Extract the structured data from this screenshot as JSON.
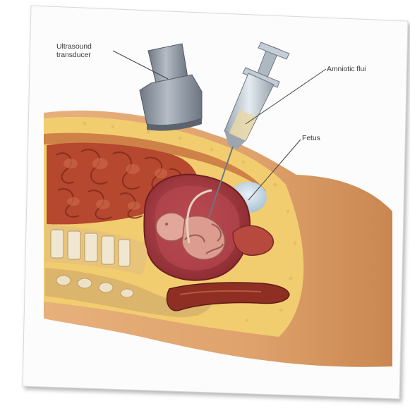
{
  "labels": {
    "ultrasound_line1": "Ultrasound",
    "ultrasound_line2": "transducer",
    "amniotic": "Amniotic flui",
    "fetus": "Fetus"
  },
  "colors": {
    "background": "#ffffff",
    "card": "#fcfcfc",
    "card_shadow": "#b9b9b9",
    "skin": "#e3a972",
    "skin_dark": "#c98650",
    "fat": "#f2cf73",
    "fat_dark": "#dca64a",
    "muscle": "#c7533f",
    "intestine": "#b1452f",
    "uterus": "#a23a3c",
    "fetus": "#e0a59a",
    "amniotic_fluid": "#c7dbe8",
    "bone": "#eee6cf",
    "transducer": "#8e97a3",
    "syringe": "#b8c2cb",
    "leader_line": "#444444"
  }
}
